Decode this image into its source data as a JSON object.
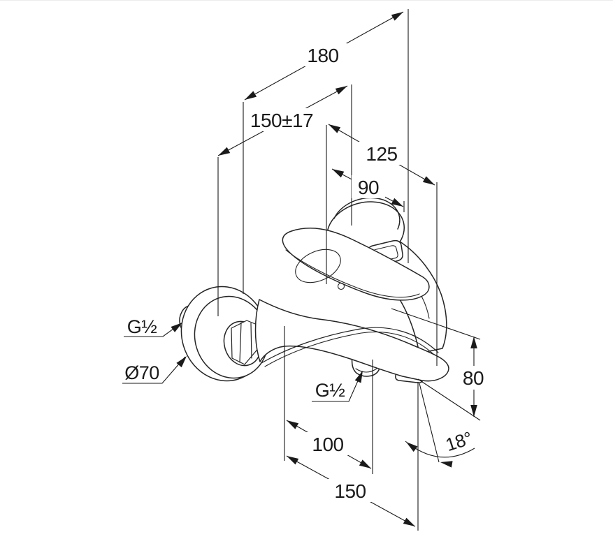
{
  "colors": {
    "background": "#ffffff",
    "line": "#242424",
    "dimension": "#1a1a1a"
  },
  "drawing": {
    "dimensions": {
      "overall_width": "180",
      "connection_distance": "150±17",
      "depth_outer": "125",
      "depth_inner": "90",
      "spout_height": "80",
      "projection_inner": "100",
      "projection_outer": "150",
      "spout_angle": "18°"
    },
    "labels": {
      "thread_wall": "G½",
      "escutcheon_diameter": "Ø70",
      "thread_outlet": "G½"
    }
  }
}
